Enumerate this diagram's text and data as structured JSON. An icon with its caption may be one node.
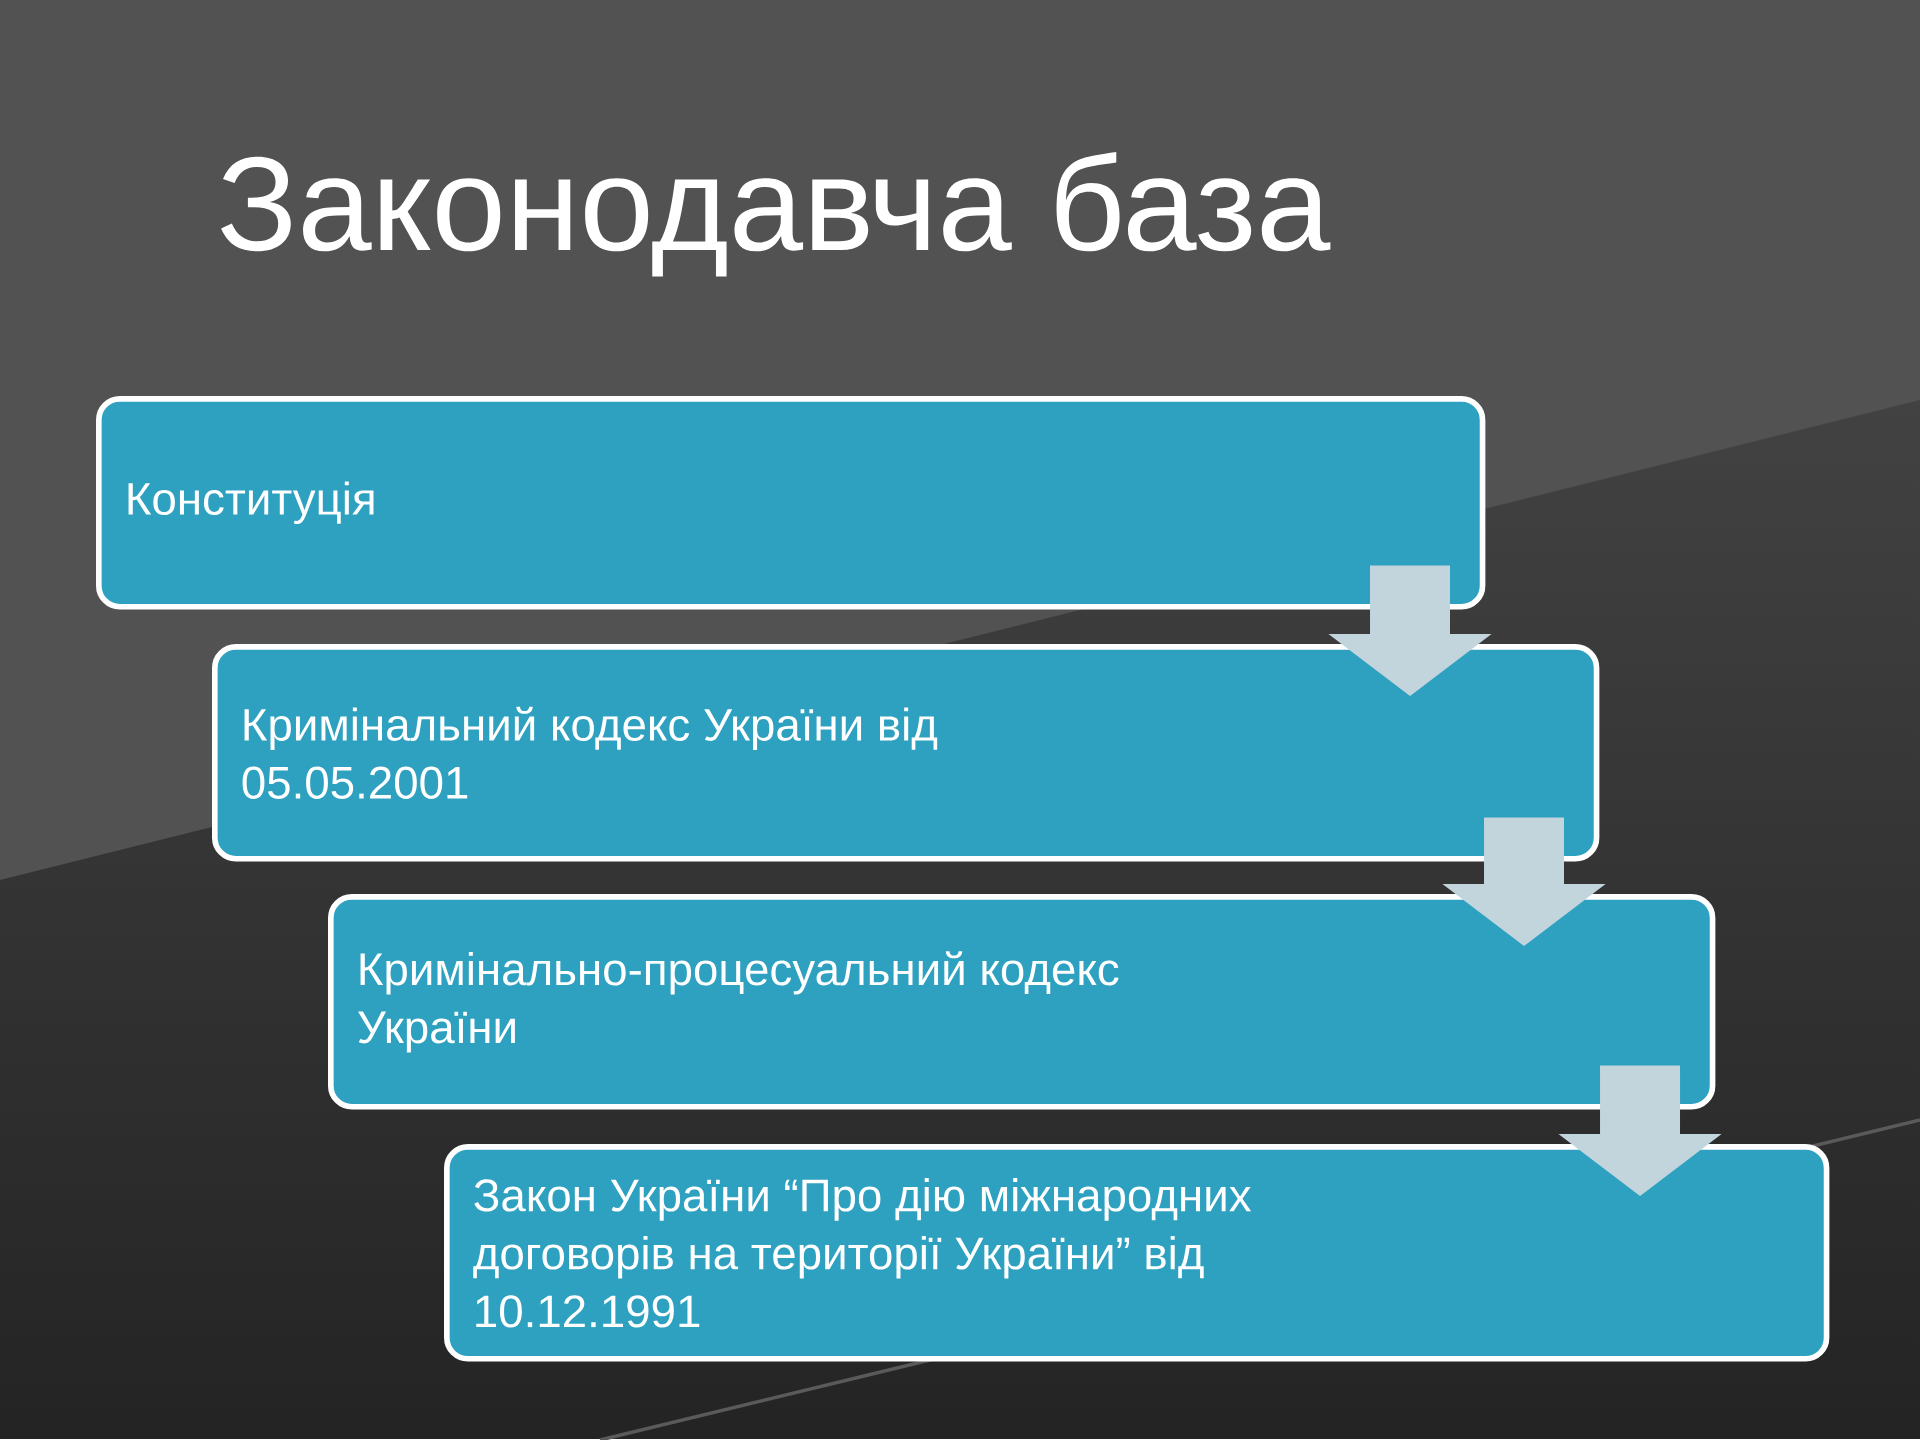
{
  "diagram": {
    "title": "Законодавча база",
    "nodes": [
      {
        "text": [
          "Конституція"
        ]
      },
      {
        "text": [
          "Кримінальний кодекс України від 05.05.2001"
        ]
      },
      {
        "text": [
          "Кримінально-процесуальний кодекс України"
        ]
      },
      {
        "text": [
          "Закон України “Про дію міжнародних договорів на території України” від 10.12.1991"
        ]
      }
    ],
    "edges": [
      {
        "from": 0,
        "to": 1,
        "arrow": "to"
      },
      {
        "from": 1,
        "to": 2,
        "arrow": "to"
      },
      {
        "from": 2,
        "to": 3,
        "arrow": "to"
      }
    ]
  }
}
